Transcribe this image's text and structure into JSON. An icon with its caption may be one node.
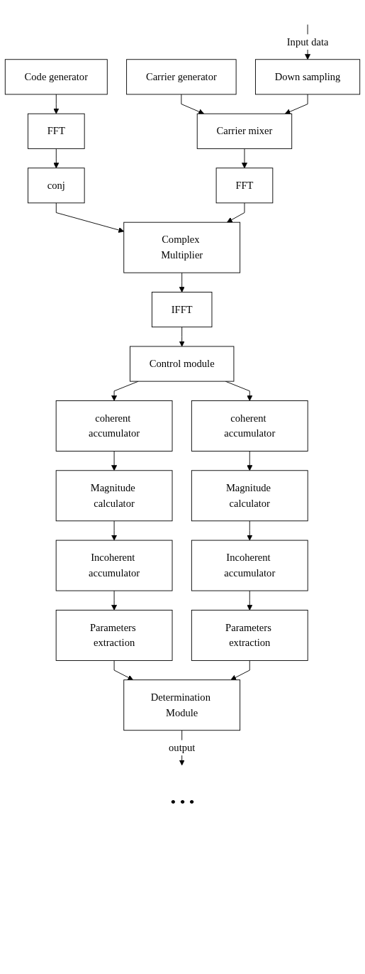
{
  "diagram": {
    "nodes": [
      {
        "text": [
          "Carrier generator"
        ]
      },
      {
        "text": [
          "Down sampling"
        ]
      },
      {
        "text": [
          "Code generator"
        ]
      },
      {
        "text": [
          "FFT"
        ]
      },
      {
        "text": [
          "Carrier mixer"
        ]
      },
      {
        "text": [
          "conj"
        ]
      },
      {
        "text": [
          "FFT"
        ]
      },
      {
        "text": [
          "Complex Multiplier"
        ]
      },
      {
        "text": [
          "IFFT"
        ]
      },
      {
        "text": [
          "Control module"
        ]
      },
      {
        "text": [
          "coherent accumulator"
        ]
      },
      {
        "text": [
          "coherent accumulator"
        ]
      },
      {
        "text": [
          "Magnitude calculator"
        ]
      },
      {
        "text": [
          "Magnitude calculator"
        ]
      },
      {
        "text": [
          "Incoherent accumulator"
        ]
      },
      {
        "text": [
          "Incoherent accumulator"
        ]
      },
      {
        "text": [
          "Parameters extraction"
        ]
      },
      {
        "text": [
          "Parameters extraction"
        ]
      },
      {
        "text": [
          "Determination Module"
        ]
      }
    ],
    "edges": [
      {
        "from": null,
        "to": 1,
        "arrow": "to",
        "label": "Input data"
      },
      {
        "from": 0,
        "to": 4,
        "arrow": "to"
      },
      {
        "from": 1,
        "to": 4,
        "arrow": "to"
      },
      {
        "from": 2,
        "to": 3,
        "arrow": "to"
      },
      {
        "from": 3,
        "to": 5,
        "arrow": "to"
      },
      {
        "from": 4,
        "to": 6,
        "arrow": "to"
      },
      {
        "from": 5,
        "to": 7,
        "arrow": "to"
      },
      {
        "from": 6,
        "to": 7,
        "arrow": "to"
      },
      {
        "from": 7,
        "to": 8,
        "arrow": "to"
      },
      {
        "from": 8,
        "to": 9,
        "arrow": "to"
      },
      {
        "from": 9,
        "to": 10,
        "arrow": "to"
      },
      {
        "from": 9,
        "to": 11,
        "arrow": "to"
      },
      {
        "from": 10,
        "to": 12,
        "arrow": "to"
      },
      {
        "from": 12,
        "to": 14,
        "arrow": "to"
      },
      {
        "from": 14,
        "to": 16,
        "arrow": "to"
      },
      {
        "from": 16,
        "to": 18,
        "arrow": "to"
      },
      {
        "from": 11,
        "to": 13,
        "arrow": "to"
      },
      {
        "from": 13,
        "to": 15,
        "arrow": "to"
      },
      {
        "from": 15,
        "to": 17,
        "arrow": "to"
      },
      {
        "from": 17,
        "to": 18,
        "arrow": "to"
      },
      {
        "from": 18,
        "to": null,
        "arrow": "to",
        "label": "output"
      }
    ],
    "labels": [
      "• • •"
    ]
  }
}
